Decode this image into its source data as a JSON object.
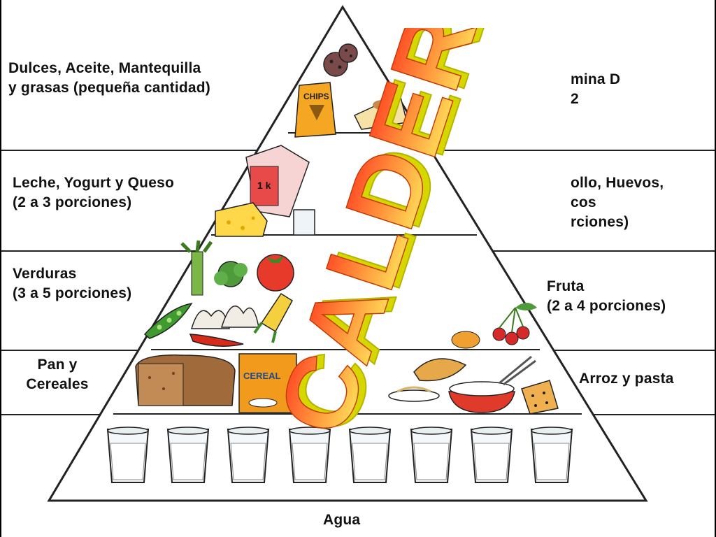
{
  "pyramid": {
    "levels": [
      {
        "key": "sweets",
        "label_left": "Dulces, Aceite, Mantequilla\ny grasas (pequeña cantidad)",
        "label_right": "mina D\n2"
      },
      {
        "key": "dairy",
        "label_left": "Leche, Yogurt y Queso\n(2 a 3 porciones)",
        "label_right": "ollo, Huevos,\ncos\nrciones)"
      },
      {
        "key": "vegfruit",
        "label_left": "Verduras\n(3 a 5 porciones)",
        "label_right": "Fruta\n(2 a 4 porciones)"
      },
      {
        "key": "grains",
        "label_left": "Pan y\nCereales",
        "label_right": "Arroz y pasta"
      },
      {
        "key": "water",
        "label_bottom": "Agua"
      }
    ],
    "food_text": {
      "chips": "CHIPS",
      "cereal": "CEREAL",
      "milk": "1 k"
    }
  },
  "wordart": {
    "text": "CALDERAK"
  },
  "colors": {
    "wordart_top": "#ff2a1a",
    "wordart_bottom": "#ffff66",
    "wordart_side": "#d6d600",
    "outline": "#222222"
  }
}
